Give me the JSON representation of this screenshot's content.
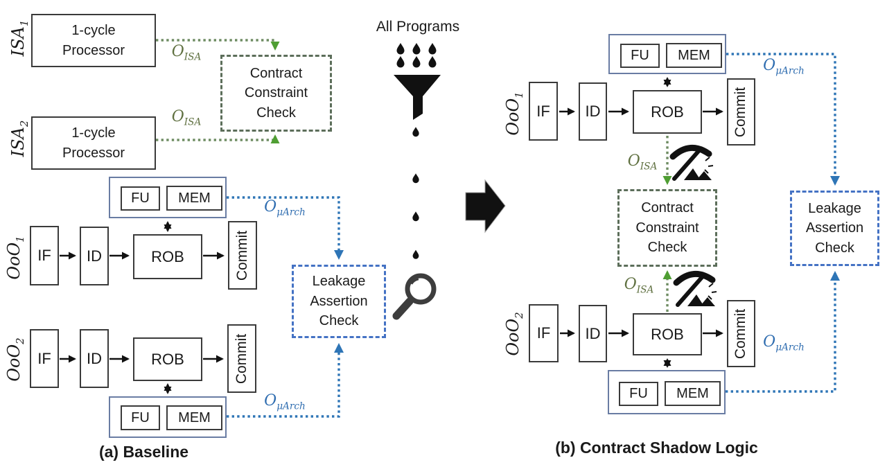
{
  "colors": {
    "text": "#1a1a1a",
    "box_border": "#3a3a3a",
    "container_border": "#697ca3",
    "green_line": "#6e8c62",
    "green_arrow": "#4f9e33",
    "green_border": "#5c6e5a",
    "green_text": "#5f7040",
    "blue_line": "#2e75b6",
    "blue_border": "#4472c4",
    "blue_text": "#2f6db0",
    "icon_black": "#111111",
    "magnifier_gray": "#3d3d3d"
  },
  "stages": {
    "if": "IF",
    "id": "ID",
    "rob": "ROB",
    "commit": "Commit",
    "fu": "FU",
    "mem": "MEM"
  },
  "labels": {
    "one_cycle_processor": "1-cycle Processor",
    "contract_check": "Contract Constraint Check",
    "leakage_check": "Leakage Assertion Check",
    "all_programs": "All Programs",
    "o_isa": {
      "main": "O",
      "sub": "ISA"
    },
    "o_uarch": {
      "main": "O",
      "sub": "μArch"
    },
    "isa1": {
      "main": "ISA",
      "sub": "1"
    },
    "isa2": {
      "main": "ISA",
      "sub": "2"
    },
    "ooo1": {
      "main": "OoO",
      "sub": "1"
    },
    "ooo2": {
      "main": "OoO",
      "sub": "2"
    }
  },
  "captions": {
    "a": "(a) Baseline",
    "b": "(b) Contract Shadow Logic"
  },
  "icons": {
    "funnel": "funnel",
    "droplet": "water-droplet",
    "magnifier": "magnifying-glass",
    "pickaxe": "pickaxe-mining",
    "big_arrow": "big-right-arrow",
    "double_arrow": "double-headed-arrow"
  }
}
